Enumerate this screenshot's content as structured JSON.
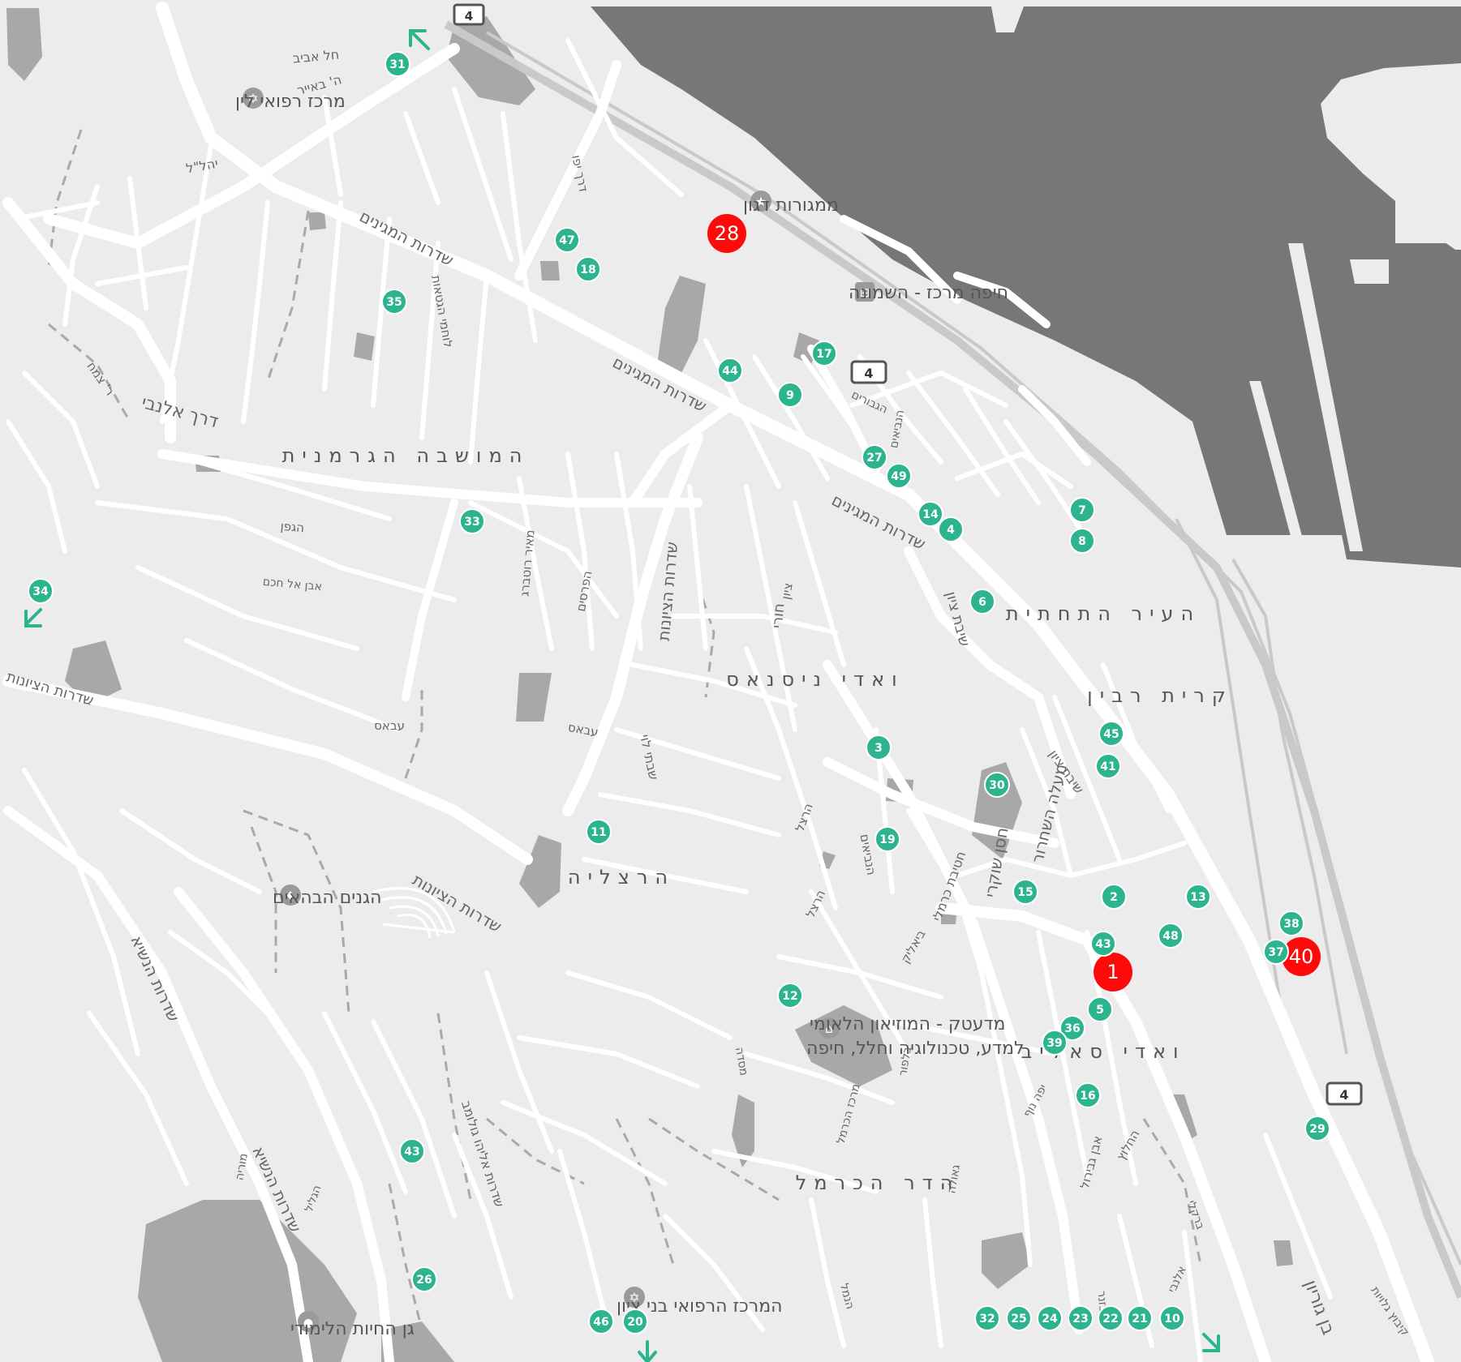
{
  "colors": {
    "land": "#ececec",
    "water": "#767779",
    "park": "#a8a8a8",
    "road": "#ffffff",
    "marker_green": "#2cb48e",
    "marker_red": "#ff0a0a",
    "arrow": "#2cb48e",
    "text": "#555555"
  },
  "route_shields": [
    {
      "id": "shield-top",
      "label": "4"
    },
    {
      "id": "shield-center",
      "label": "4"
    },
    {
      "id": "shield-right",
      "label": "4"
    }
  ],
  "neighborhoods": [
    {
      "id": "german-colony",
      "label": "המושבה הגרמנית"
    },
    {
      "id": "lower-city",
      "label": "העיר התחתית"
    },
    {
      "id": "kiryat-rabin",
      "label": "קרית רבין"
    },
    {
      "id": "wadi-nisnas",
      "label": "ואדי ניסנאס"
    },
    {
      "id": "herzliya",
      "label": "הרצליה"
    },
    {
      "id": "wadi-salib",
      "label": "ואדי סאליב"
    },
    {
      "id": "hadar",
      "label": "הדר הכרמל"
    }
  ],
  "pois": [
    {
      "id": "lin-medical",
      "label": "מרכז רפואי לין",
      "icon": "hospital-icon"
    },
    {
      "id": "dagon",
      "label": "ממגורות דגון",
      "icon": "star-icon"
    },
    {
      "id": "haifa-center",
      "label": "חיפה מרכז - השמונה",
      "icon": "train-icon"
    },
    {
      "id": "bahai",
      "label": "הגנים הבהאים",
      "icon": "landmark-icon"
    },
    {
      "id": "madatech-1",
      "label": "מדעטק - המוזיאון הלאומי",
      "icon": "museum-icon"
    },
    {
      "id": "madatech-2",
      "label": "למדע, טכנולוגיה וחלל, חיפה",
      "icon": ""
    },
    {
      "id": "bnei-zion",
      "label": "המרכז הרפואי בני ציון",
      "icon": "hospital-icon"
    },
    {
      "id": "zoo",
      "label": "גן החיות הלימודי",
      "icon": "paw-icon"
    }
  ],
  "streets": [
    {
      "id": "s1",
      "label": "שדרות המגינים"
    },
    {
      "id": "s2",
      "label": "שדרות המגינים"
    },
    {
      "id": "s3",
      "label": "שדרות המגינים"
    },
    {
      "id": "s4",
      "label": "שדרות הציונות"
    },
    {
      "id": "s5",
      "label": "שדרות הציונות"
    },
    {
      "id": "s6",
      "label": "שדרות הציונות"
    },
    {
      "id": "s7",
      "label": "דרך אלנבי"
    },
    {
      "id": "s8",
      "label": "שדרות הנשיא"
    },
    {
      "id": "s9",
      "label": "שדרות הנשיא"
    },
    {
      "id": "s10",
      "label": "שדרות אליהו גולומב"
    },
    {
      "id": "s11",
      "label": "שבתי לוי"
    },
    {
      "id": "s12",
      "label": "חסן שוקרי"
    },
    {
      "id": "s13",
      "label": "מעלה השחרור"
    },
    {
      "id": "s14",
      "label": "שיבת ציון"
    },
    {
      "id": "s15",
      "label": "שיבת ציון"
    },
    {
      "id": "s16",
      "label": "חל אביב"
    },
    {
      "id": "s17",
      "label": "יהל\"ל"
    },
    {
      "id": "s18",
      "label": "דרך יפו"
    },
    {
      "id": "s19",
      "label": "ה' באייר"
    },
    {
      "id": "s20",
      "label": "חטיבת כרמלי"
    },
    {
      "id": "s21",
      "label": "ר' צמח"
    },
    {
      "id": "s22",
      "label": "לוחמי הגטאות"
    },
    {
      "id": "s23",
      "label": "הגפן"
    },
    {
      "id": "s24",
      "label": "עבאס"
    },
    {
      "id": "s25",
      "label": "עבאס"
    },
    {
      "id": "s26",
      "label": "מאיר רוטברג"
    },
    {
      "id": "s27",
      "label": "הפרסים"
    },
    {
      "id": "s28",
      "label": "הנביאים"
    },
    {
      "id": "s29",
      "label": "הנביאים"
    },
    {
      "id": "s30",
      "label": "חורי"
    },
    {
      "id": "s31",
      "label": "ציון"
    },
    {
      "id": "s32",
      "label": "אבן אל חכם"
    },
    {
      "id": "s33",
      "label": "אבן גבירול"
    },
    {
      "id": "s34",
      "label": "הרצל"
    },
    {
      "id": "s35",
      "label": "הרצל"
    },
    {
      "id": "s36",
      "label": "ברקלי"
    },
    {
      "id": "s37",
      "label": "ביאליק"
    },
    {
      "id": "s38",
      "label": "החלוץ"
    },
    {
      "id": "s39",
      "label": "מסדה"
    },
    {
      "id": "s40",
      "label": "מרכז הכרמל"
    },
    {
      "id": "s41",
      "label": "גאולה"
    },
    {
      "id": "s42",
      "label": "הגבורים"
    },
    {
      "id": "s43",
      "label": "אלנבי"
    },
    {
      "id": "s44",
      "label": "בן גוריון"
    },
    {
      "id": "s45",
      "label": "הנמל"
    },
    {
      "id": "s46",
      "label": "קיבוץ גלויות"
    },
    {
      "id": "s47",
      "label": "יפה נוף"
    },
    {
      "id": "s48",
      "label": "מוריה"
    },
    {
      "id": "s49",
      "label": "פבזנר"
    },
    {
      "id": "s50",
      "label": "בלפור"
    },
    {
      "id": "s51",
      "label": "הגליל"
    }
  ],
  "markers": [
    {
      "label": "1",
      "color": "red"
    },
    {
      "label": "28",
      "color": "red"
    },
    {
      "label": "40",
      "color": "red"
    },
    {
      "label": "2",
      "color": "green"
    },
    {
      "label": "3",
      "color": "green"
    },
    {
      "label": "4",
      "color": "green"
    },
    {
      "label": "5",
      "color": "green"
    },
    {
      "label": "6",
      "color": "green"
    },
    {
      "label": "7",
      "color": "green"
    },
    {
      "label": "8",
      "color": "green"
    },
    {
      "label": "9",
      "color": "green"
    },
    {
      "label": "10",
      "color": "green"
    },
    {
      "label": "11",
      "color": "green"
    },
    {
      "label": "12",
      "color": "green"
    },
    {
      "label": "13",
      "color": "green"
    },
    {
      "label": "14",
      "color": "green"
    },
    {
      "label": "15",
      "color": "green"
    },
    {
      "label": "16",
      "color": "green"
    },
    {
      "label": "17",
      "color": "green"
    },
    {
      "label": "18",
      "color": "green"
    },
    {
      "label": "19",
      "color": "green"
    },
    {
      "label": "20",
      "color": "green"
    },
    {
      "label": "21",
      "color": "green"
    },
    {
      "label": "22",
      "color": "green"
    },
    {
      "label": "23",
      "color": "green"
    },
    {
      "label": "24",
      "color": "green"
    },
    {
      "label": "25",
      "color": "green"
    },
    {
      "label": "26",
      "color": "green"
    },
    {
      "label": "27",
      "color": "green"
    },
    {
      "label": "29",
      "color": "green"
    },
    {
      "label": "30",
      "color": "green"
    },
    {
      "label": "31",
      "color": "green"
    },
    {
      "label": "32",
      "color": "green"
    },
    {
      "label": "33",
      "color": "green"
    },
    {
      "label": "34",
      "color": "green"
    },
    {
      "label": "35",
      "color": "green"
    },
    {
      "label": "36",
      "color": "green"
    },
    {
      "label": "37",
      "color": "green"
    },
    {
      "label": "38",
      "color": "green"
    },
    {
      "label": "39",
      "color": "green"
    },
    {
      "label": "41",
      "color": "green"
    },
    {
      "label": "43",
      "color": "green"
    },
    {
      "label": "43",
      "color": "green"
    },
    {
      "label": "44",
      "color": "green"
    },
    {
      "label": "45",
      "color": "green"
    },
    {
      "label": "46",
      "color": "green"
    },
    {
      "label": "47",
      "color": "green"
    },
    {
      "label": "48",
      "color": "green"
    },
    {
      "label": "49",
      "color": "green"
    }
  ],
  "offmap_arrows": [
    {
      "id": "arrow-north",
      "icon": "arrow-up-left-icon"
    },
    {
      "id": "arrow-west",
      "icon": "arrow-down-left-icon"
    },
    {
      "id": "arrow-south",
      "icon": "arrow-down-icon"
    },
    {
      "id": "arrow-southeast",
      "icon": "arrow-down-right-icon"
    }
  ]
}
